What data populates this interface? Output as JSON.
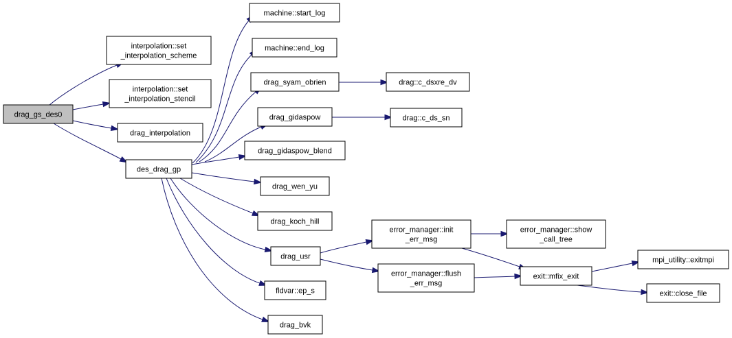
{
  "graph": {
    "nodes": [
      {
        "id": "drag_gs_des0",
        "lines": [
          "drag_gs_des0"
        ],
        "root": true
      },
      {
        "id": "set_scheme",
        "lines": [
          "interpolation::set",
          "_interpolation_scheme"
        ]
      },
      {
        "id": "set_stencil",
        "lines": [
          "interpolation::set",
          "_interpolation_stencil"
        ]
      },
      {
        "id": "drag_interpolation",
        "lines": [
          "drag_interpolation"
        ]
      },
      {
        "id": "des_drag_gp",
        "lines": [
          "des_drag_gp"
        ]
      },
      {
        "id": "start_log",
        "lines": [
          "machine::start_log"
        ]
      },
      {
        "id": "end_log",
        "lines": [
          "machine::end_log"
        ]
      },
      {
        "id": "drag_syam_obrien",
        "lines": [
          "drag_syam_obrien"
        ]
      },
      {
        "id": "c_dsxre_dv",
        "lines": [
          "drag::c_dsxre_dv"
        ]
      },
      {
        "id": "drag_gidaspow",
        "lines": [
          "drag_gidaspow"
        ]
      },
      {
        "id": "c_ds_sn",
        "lines": [
          "drag::c_ds_sn"
        ]
      },
      {
        "id": "drag_gidaspow_blend",
        "lines": [
          "drag_gidaspow_blend"
        ]
      },
      {
        "id": "drag_wen_yu",
        "lines": [
          "drag_wen_yu"
        ]
      },
      {
        "id": "drag_koch_hill",
        "lines": [
          "drag_koch_hill"
        ]
      },
      {
        "id": "drag_usr",
        "lines": [
          "drag_usr"
        ]
      },
      {
        "id": "fldvar_ep_s",
        "lines": [
          "fldvar::ep_s"
        ]
      },
      {
        "id": "drag_bvk",
        "lines": [
          "drag_bvk"
        ]
      },
      {
        "id": "init_err_msg",
        "lines": [
          "error_manager::init",
          "_err_msg"
        ]
      },
      {
        "id": "flush_err_msg",
        "lines": [
          "error_manager::flush",
          "_err_msg"
        ]
      },
      {
        "id": "show_call_tree",
        "lines": [
          "error_manager::show",
          "_call_tree"
        ]
      },
      {
        "id": "mfix_exit",
        "lines": [
          "exit::mfix_exit"
        ]
      },
      {
        "id": "exitmpi",
        "lines": [
          "mpi_utility::exitmpi"
        ]
      },
      {
        "id": "close_file",
        "lines": [
          "exit::close_file"
        ]
      }
    ],
    "edges": [
      [
        "drag_gs_des0",
        "set_scheme"
      ],
      [
        "drag_gs_des0",
        "set_stencil"
      ],
      [
        "drag_gs_des0",
        "drag_interpolation"
      ],
      [
        "drag_gs_des0",
        "des_drag_gp"
      ],
      [
        "des_drag_gp",
        "start_log"
      ],
      [
        "des_drag_gp",
        "end_log"
      ],
      [
        "des_drag_gp",
        "drag_syam_obrien"
      ],
      [
        "des_drag_gp",
        "drag_gidaspow"
      ],
      [
        "des_drag_gp",
        "drag_gidaspow_blend"
      ],
      [
        "des_drag_gp",
        "drag_wen_yu"
      ],
      [
        "des_drag_gp",
        "drag_koch_hill"
      ],
      [
        "des_drag_gp",
        "drag_usr"
      ],
      [
        "des_drag_gp",
        "fldvar_ep_s"
      ],
      [
        "des_drag_gp",
        "drag_bvk"
      ],
      [
        "drag_syam_obrien",
        "c_dsxre_dv"
      ],
      [
        "drag_gidaspow",
        "c_ds_sn"
      ],
      [
        "drag_usr",
        "init_err_msg"
      ],
      [
        "drag_usr",
        "flush_err_msg"
      ],
      [
        "init_err_msg",
        "show_call_tree"
      ],
      [
        "init_err_msg",
        "mfix_exit"
      ],
      [
        "flush_err_msg",
        "mfix_exit"
      ],
      [
        "mfix_exit",
        "exitmpi"
      ],
      [
        "mfix_exit",
        "close_file"
      ]
    ],
    "colors": {
      "edge": "#191970",
      "root_fill": "#bfbfbf",
      "node_fill": "#ffffff",
      "border": "#000000"
    }
  }
}
